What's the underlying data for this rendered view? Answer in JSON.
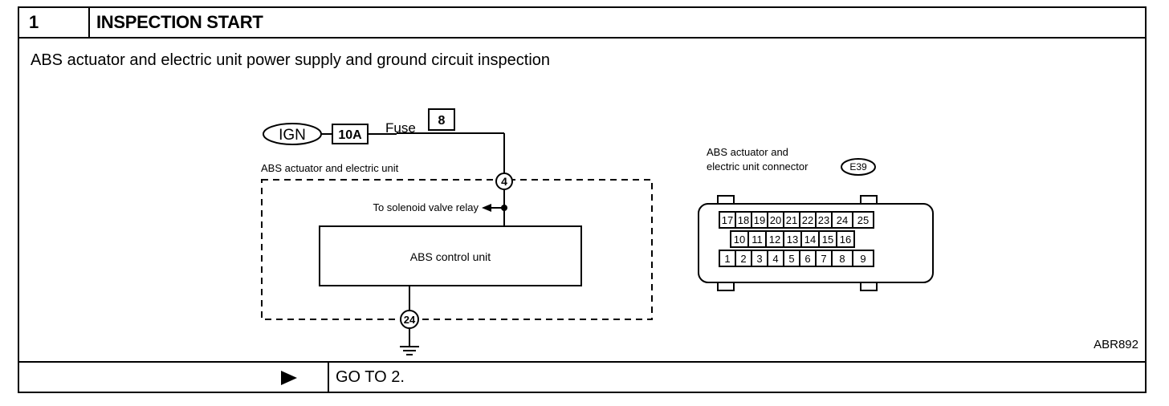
{
  "step": {
    "number": "1",
    "title": "INSPECTION START",
    "description": "ABS actuator and electric unit power supply and ground circuit inspection"
  },
  "diagram": {
    "ign_label": "IGN",
    "fuse_rating": "10A",
    "fuse_label": "Fuse",
    "fuse_number": "8",
    "unit_label": "ABS actuator and electric unit",
    "terminal_power": "4",
    "terminal_ground": "24",
    "solenoid_label": "To solenoid valve relay",
    "control_unit_label": "ABS control unit",
    "connector_label_line1": "ABS actuator and",
    "connector_label_line2": "electric unit connector",
    "connector_id": "E39",
    "connector_top_pins": [
      "17",
      "18",
      "19",
      "20",
      "21",
      "22",
      "23",
      "24",
      "25"
    ],
    "connector_mid_pins": [
      "10",
      "11",
      "12",
      "13",
      "14",
      "15",
      "16"
    ],
    "connector_bottom_pins": [
      "1",
      "2",
      "3",
      "4",
      "5",
      "6",
      "7",
      "8",
      "9"
    ],
    "figure_code": "ABR892"
  },
  "footer": {
    "arrow_icon": "right-triangle-icon",
    "next_step": "GO TO 2."
  }
}
